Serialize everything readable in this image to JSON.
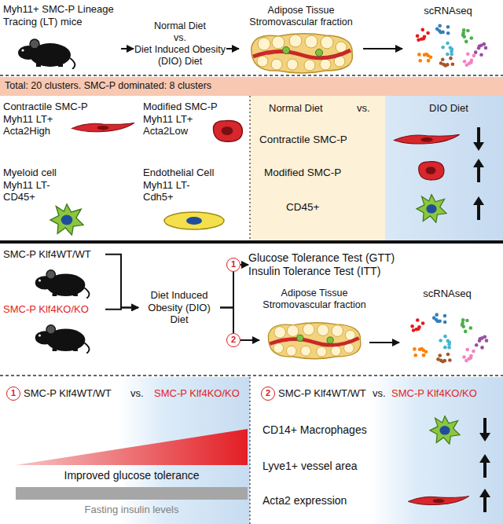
{
  "diagram": {
    "nodes": [
      {
        "text": [
          "Myh11+ SMC-P Lineage Tracing (LT) mice"
        ]
      },
      {
        "text": [
          "Normal Diet",
          "vs.",
          "Diet Induced Obesity (DIO) Diet"
        ]
      },
      {
        "text": [
          "Adipose Tissue Stromovascular fraction"
        ]
      },
      {
        "text": [
          "scRNAseq"
        ]
      },
      {
        "text": [
          "Total: 20 clusters. SMC-P dominated: 8 clusters"
        ]
      },
      {
        "text": [
          "Contractile SMC-P",
          "Myh11 LT+ Acta2High"
        ]
      },
      {
        "text": [
          "Modified SMC-P",
          "Myh11 LT+ Acta2Low"
        ]
      },
      {
        "text": [
          "Myeloid cell",
          "Myh11 LT- CD45+"
        ]
      },
      {
        "text": [
          "Endothelial Cell",
          "Myh11 LT- Cdh5+"
        ]
      },
      {
        "text": [
          "Normal Diet",
          "vs.",
          "DIO Diet"
        ]
      },
      {
        "text": [
          "SMC-P Klf4WT/WT"
        ]
      },
      {
        "text": [
          "SMC-P Klf4KO/KO"
        ]
      },
      {
        "text": [
          "Diet Induced Obesity (DIO) Diet"
        ]
      },
      {
        "text": [
          "1"
        ]
      },
      {
        "text": [
          "Glucose Tolerance Test (GTT) Insulin Tolerance Test (ITT)"
        ]
      },
      {
        "text": [
          "2"
        ]
      },
      {
        "text": [
          "Adipose Tissue Stromovascular fraction"
        ]
      },
      {
        "text": [
          "scRNAseq"
        ]
      },
      {
        "text": [
          "1"
        ]
      },
      {
        "text": [
          "2"
        ]
      }
    ],
    "edges": [
      {
        "from": 0,
        "to": 1,
        "arrow": "to"
      },
      {
        "from": 1,
        "to": 2,
        "arrow": "to"
      },
      {
        "from": 2,
        "to": 3,
        "arrow": "to"
      },
      {
        "from": 10,
        "to": 12,
        "arrow": "to"
      },
      {
        "from": 11,
        "to": 12,
        "arrow": "to"
      },
      {
        "from": 12,
        "to": 13,
        "arrow": "none"
      },
      {
        "from": 13,
        "to": 14,
        "arrow": "to"
      },
      {
        "from": 12,
        "to": 15,
        "arrow": "none"
      },
      {
        "from": 15,
        "to": 16,
        "arrow": "to"
      },
      {
        "from": 16,
        "to": 17,
        "arrow": "to"
      }
    ],
    "labels": [
      "Contractile SMC-P",
      "Modified SMC-P",
      "CD45+",
      "SMC-P Klf4WT/WT",
      "vs.",
      "SMC-P Klf4KO/KO",
      "Improved glucose tolerance",
      "Fasting insulin levels",
      "SMC-P Klf4WT/WT",
      "vs.",
      "SMC-P Klf4KO/KO",
      "CD14+ Macrophages",
      "Lyve1+ vessel area",
      "Acta2 expression"
    ]
  }
}
